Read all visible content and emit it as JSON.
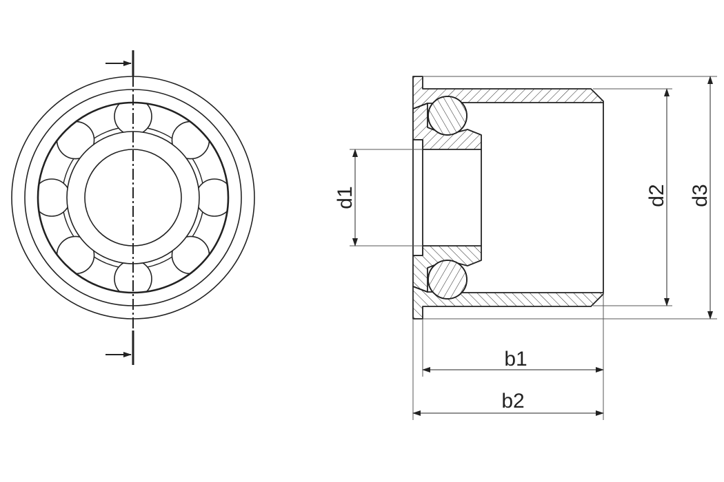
{
  "drawing": {
    "line_color": "#222222",
    "views": [
      "front-view",
      "section-view"
    ],
    "dimensions": {
      "d1": "d1",
      "d2": "d2",
      "d3": "d3",
      "b1": "b1",
      "b2": "b2"
    }
  }
}
